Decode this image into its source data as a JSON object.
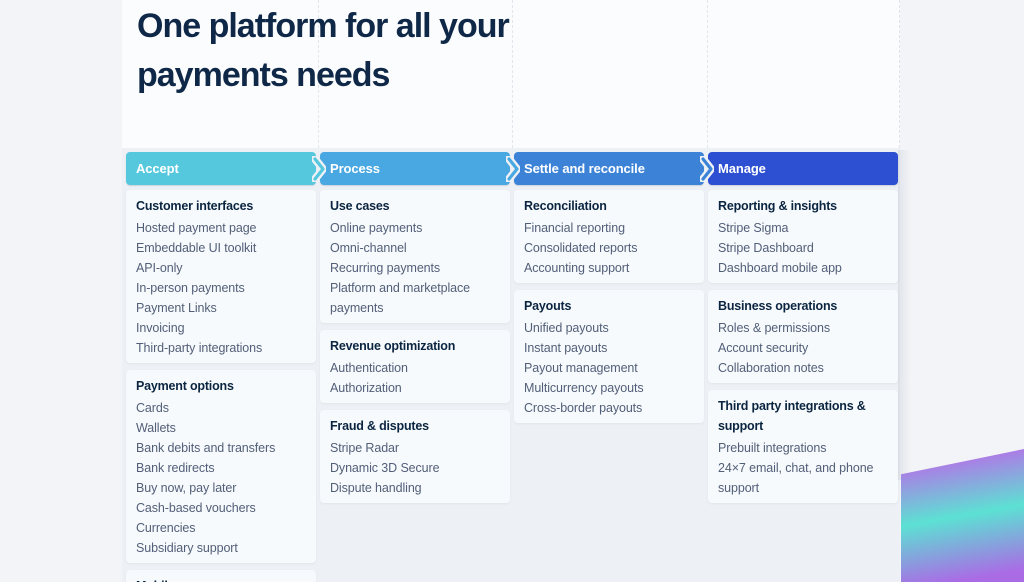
{
  "hero": {
    "heading": "One platform for all your payments needs"
  },
  "pipeline": {
    "columns": [
      {
        "id": "accept",
        "label": "Accept",
        "color": "#55c8de",
        "groups": [
          {
            "title": "Customer interfaces",
            "items": [
              "Hosted payment page",
              "Embeddable UI toolkit",
              "API-only",
              "In-person payments",
              "Payment Links",
              "Invoicing",
              "Third-party integrations"
            ]
          },
          {
            "title": "Payment options",
            "items": [
              "Cards",
              "Wallets",
              "Bank debits and transfers",
              "Bank redirects",
              "Buy now, pay later",
              "Cash-based vouchers",
              "Currencies",
              "Subsidiary support"
            ]
          },
          {
            "title": "Mobile",
            "items": []
          }
        ]
      },
      {
        "id": "process",
        "label": "Process",
        "color": "#49a8e1",
        "groups": [
          {
            "title": "Use cases",
            "items": [
              "Online payments",
              "Omni-channel",
              "Recurring payments",
              "Platform and marketplace payments"
            ]
          },
          {
            "title": "Revenue optimization",
            "items": [
              "Authentication",
              "Authorization"
            ]
          },
          {
            "title": "Fraud & disputes",
            "items": [
              "Stripe Radar",
              "Dynamic 3D Secure",
              "Dispute handling"
            ]
          }
        ]
      },
      {
        "id": "settle-and-reconcile",
        "label": "Settle and reconcile",
        "color": "#3c83d8",
        "groups": [
          {
            "title": "Reconciliation",
            "items": [
              "Financial reporting",
              "Consolidated reports",
              "Accounting support"
            ]
          },
          {
            "title": "Payouts",
            "items": [
              "Unified payouts",
              "Instant payouts",
              "Payout management",
              "Multicurrency payouts",
              "Cross-border payouts"
            ]
          }
        ]
      },
      {
        "id": "manage",
        "label": "Manage",
        "color": "#2d4fd1",
        "groups": [
          {
            "title": "Reporting & insights",
            "items": [
              "Stripe Sigma",
              "Stripe Dashboard",
              "Dashboard mobile app"
            ]
          },
          {
            "title": "Business operations",
            "items": [
              "Roles & permissions",
              "Account security",
              "Collaboration notes"
            ]
          },
          {
            "title": "Third party integrations & support",
            "items": [
              "Prebuilt integrations",
              "24×7 email, chat, and phone support"
            ]
          }
        ]
      }
    ]
  },
  "decor": {
    "ribbon_gradient": [
      "#b571e8",
      "#5ce1d3",
      "#aa6be5"
    ],
    "halo_color": "#eef1f5"
  }
}
